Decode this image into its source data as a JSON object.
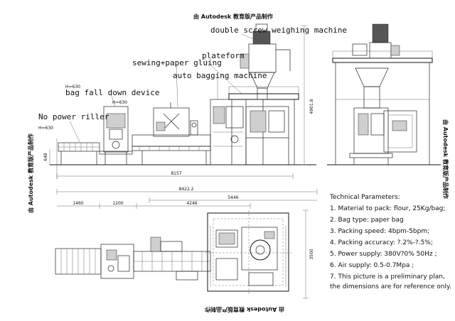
{
  "watermark": {
    "top": "由 Autodesk 教育版产品制作",
    "bottom": "由 Autodesk 教育版产品制作",
    "left": "由 Autodesk 教育版产品制作",
    "right": "由 Autodesk 教育版产品制作"
  },
  "labels": {
    "double_screw": "double screw weighing machine",
    "plateform": "plateform",
    "sewing": "sewing+paper gluing",
    "auto_bagging": "auto bagging machine",
    "bag_fall": "bag fall down device",
    "no_power": "No power riller",
    "h630_a": "H=630",
    "h630_b": "H=630",
    "h630_c": "H=630"
  },
  "dimensions": {
    "d648": "648",
    "d8157": "8157",
    "d8422": "8422.2",
    "d5446": "5446",
    "d1460": "1460",
    "d1200": "1200",
    "d4246": "4246",
    "d3500": "3500",
    "d4901": "4901.8"
  },
  "tech_params": {
    "title": "Technical Parameters:",
    "lines": [
      "1. Material to pack: flour, 25Kg/bag;",
      "2. Bag type: paper bag",
      "3. Packing speed: 4bpm-5bpm;",
      "4. Packing accuracy: ?.2%-?.5%;",
      "5. Power supply: 380V?0%  50Hz ;",
      "6. Air supply: 0.5-0.7Mpa ;",
      "7. This picture is a preliminary plan,",
      "the dimensions are for reference only."
    ]
  }
}
